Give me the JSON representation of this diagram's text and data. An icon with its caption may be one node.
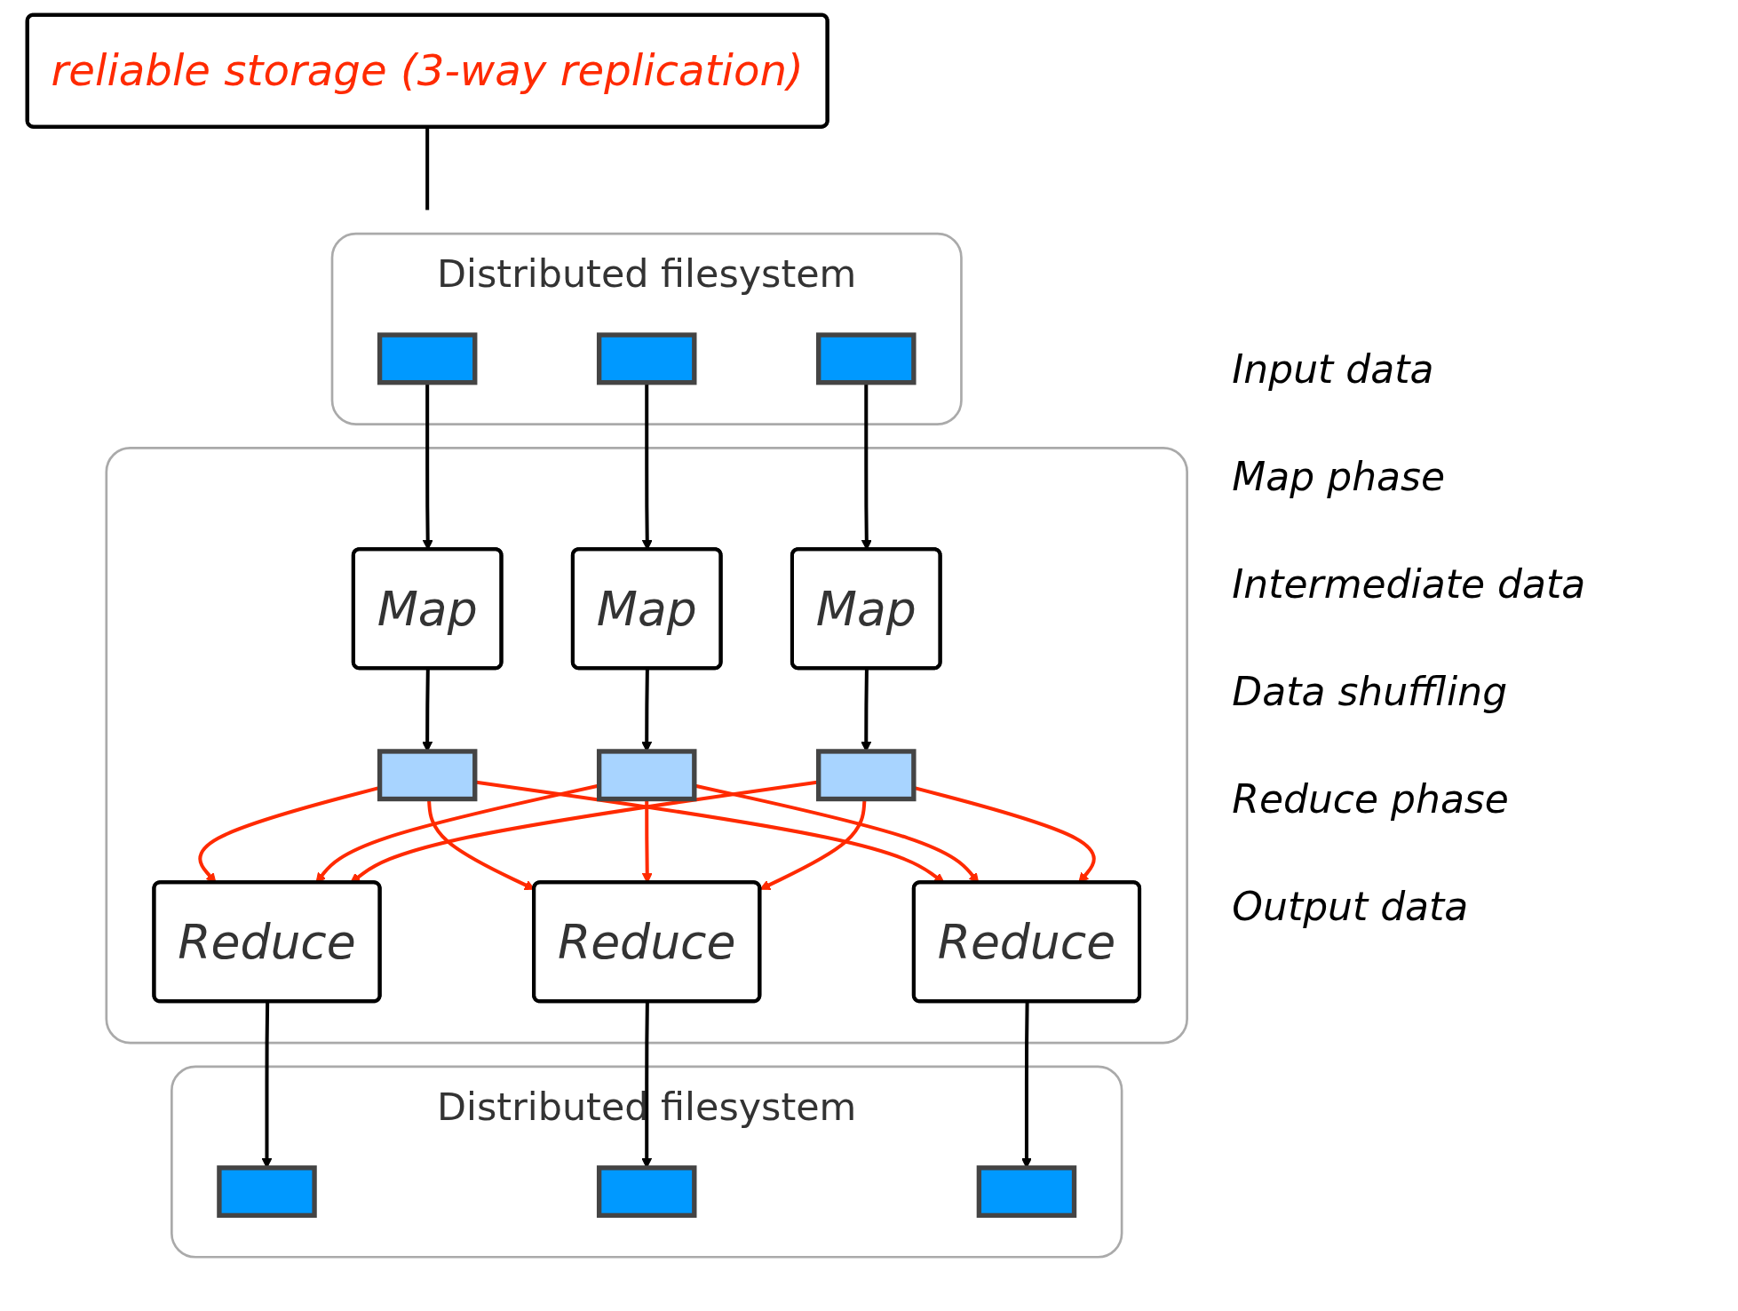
{
  "diagram": {
    "nodes": [
      {
        "text": [
          "reliable storage (3-way replication)"
        ]
      },
      {
        "text": [
          "Distributed filesystem"
        ]
      },
      {
        "text": [],
        "shape": "box",
        "in": 1
      },
      {
        "text": [],
        "shape": "box",
        "in": 1
      },
      {
        "text": [],
        "shape": "box",
        "in": 1
      },
      {
        "text": [],
        "shape": "box"
      },
      {
        "text": [
          "Map"
        ],
        "in": 5
      },
      {
        "text": [
          "Map"
        ],
        "in": 5
      },
      {
        "text": [
          "Map"
        ],
        "in": 5
      },
      {
        "text": [],
        "shape": "box",
        "in": 5
      },
      {
        "text": [],
        "shape": "box",
        "in": 5
      },
      {
        "text": [],
        "shape": "box",
        "in": 5
      },
      {
        "text": [
          "Reduce"
        ],
        "in": 5
      },
      {
        "text": [
          "Reduce"
        ],
        "in": 5
      },
      {
        "text": [
          "Reduce"
        ],
        "in": 5
      },
      {
        "text": [
          "Distributed filesystem"
        ]
      },
      {
        "text": [],
        "shape": "box",
        "in": 15
      },
      {
        "text": [],
        "shape": "box",
        "in": 15
      },
      {
        "text": [],
        "shape": "box",
        "in": 15
      }
    ],
    "edges": [
      {
        "from": 0,
        "to": 1,
        "arrow": "none"
      },
      {
        "from": 2,
        "to": 6,
        "arrow": "to"
      },
      {
        "from": 3,
        "to": 7,
        "arrow": "to"
      },
      {
        "from": 4,
        "to": 8,
        "arrow": "to"
      },
      {
        "from": 6,
        "to": 9,
        "arrow": "to"
      },
      {
        "from": 7,
        "to": 10,
        "arrow": "to"
      },
      {
        "from": 8,
        "to": 11,
        "arrow": "to"
      },
      {
        "from": 9,
        "to": 12,
        "arrow": "to",
        "color": "#ff2a00"
      },
      {
        "from": 9,
        "to": 13,
        "arrow": "to",
        "color": "#ff2a00"
      },
      {
        "from": 9,
        "to": 14,
        "arrow": "to",
        "color": "#ff2a00"
      },
      {
        "from": 10,
        "to": 12,
        "arrow": "to",
        "color": "#ff2a00"
      },
      {
        "from": 10,
        "to": 13,
        "arrow": "to",
        "color": "#ff2a00"
      },
      {
        "from": 10,
        "to": 14,
        "arrow": "to",
        "color": "#ff2a00"
      },
      {
        "from": 11,
        "to": 12,
        "arrow": "to",
        "color": "#ff2a00"
      },
      {
        "from": 11,
        "to": 13,
        "arrow": "to",
        "color": "#ff2a00"
      },
      {
        "from": 11,
        "to": 14,
        "arrow": "to",
        "color": "#ff2a00"
      },
      {
        "from": 12,
        "to": 16,
        "arrow": "to"
      },
      {
        "from": 13,
        "to": 17,
        "arrow": "to"
      },
      {
        "from": 14,
        "to": 18,
        "arrow": "to"
      }
    ],
    "labels": [
      "Input data",
      "Map phase",
      "Intermediate data",
      "Data shuffling",
      "Reduce phase",
      "Output data"
    ]
  }
}
